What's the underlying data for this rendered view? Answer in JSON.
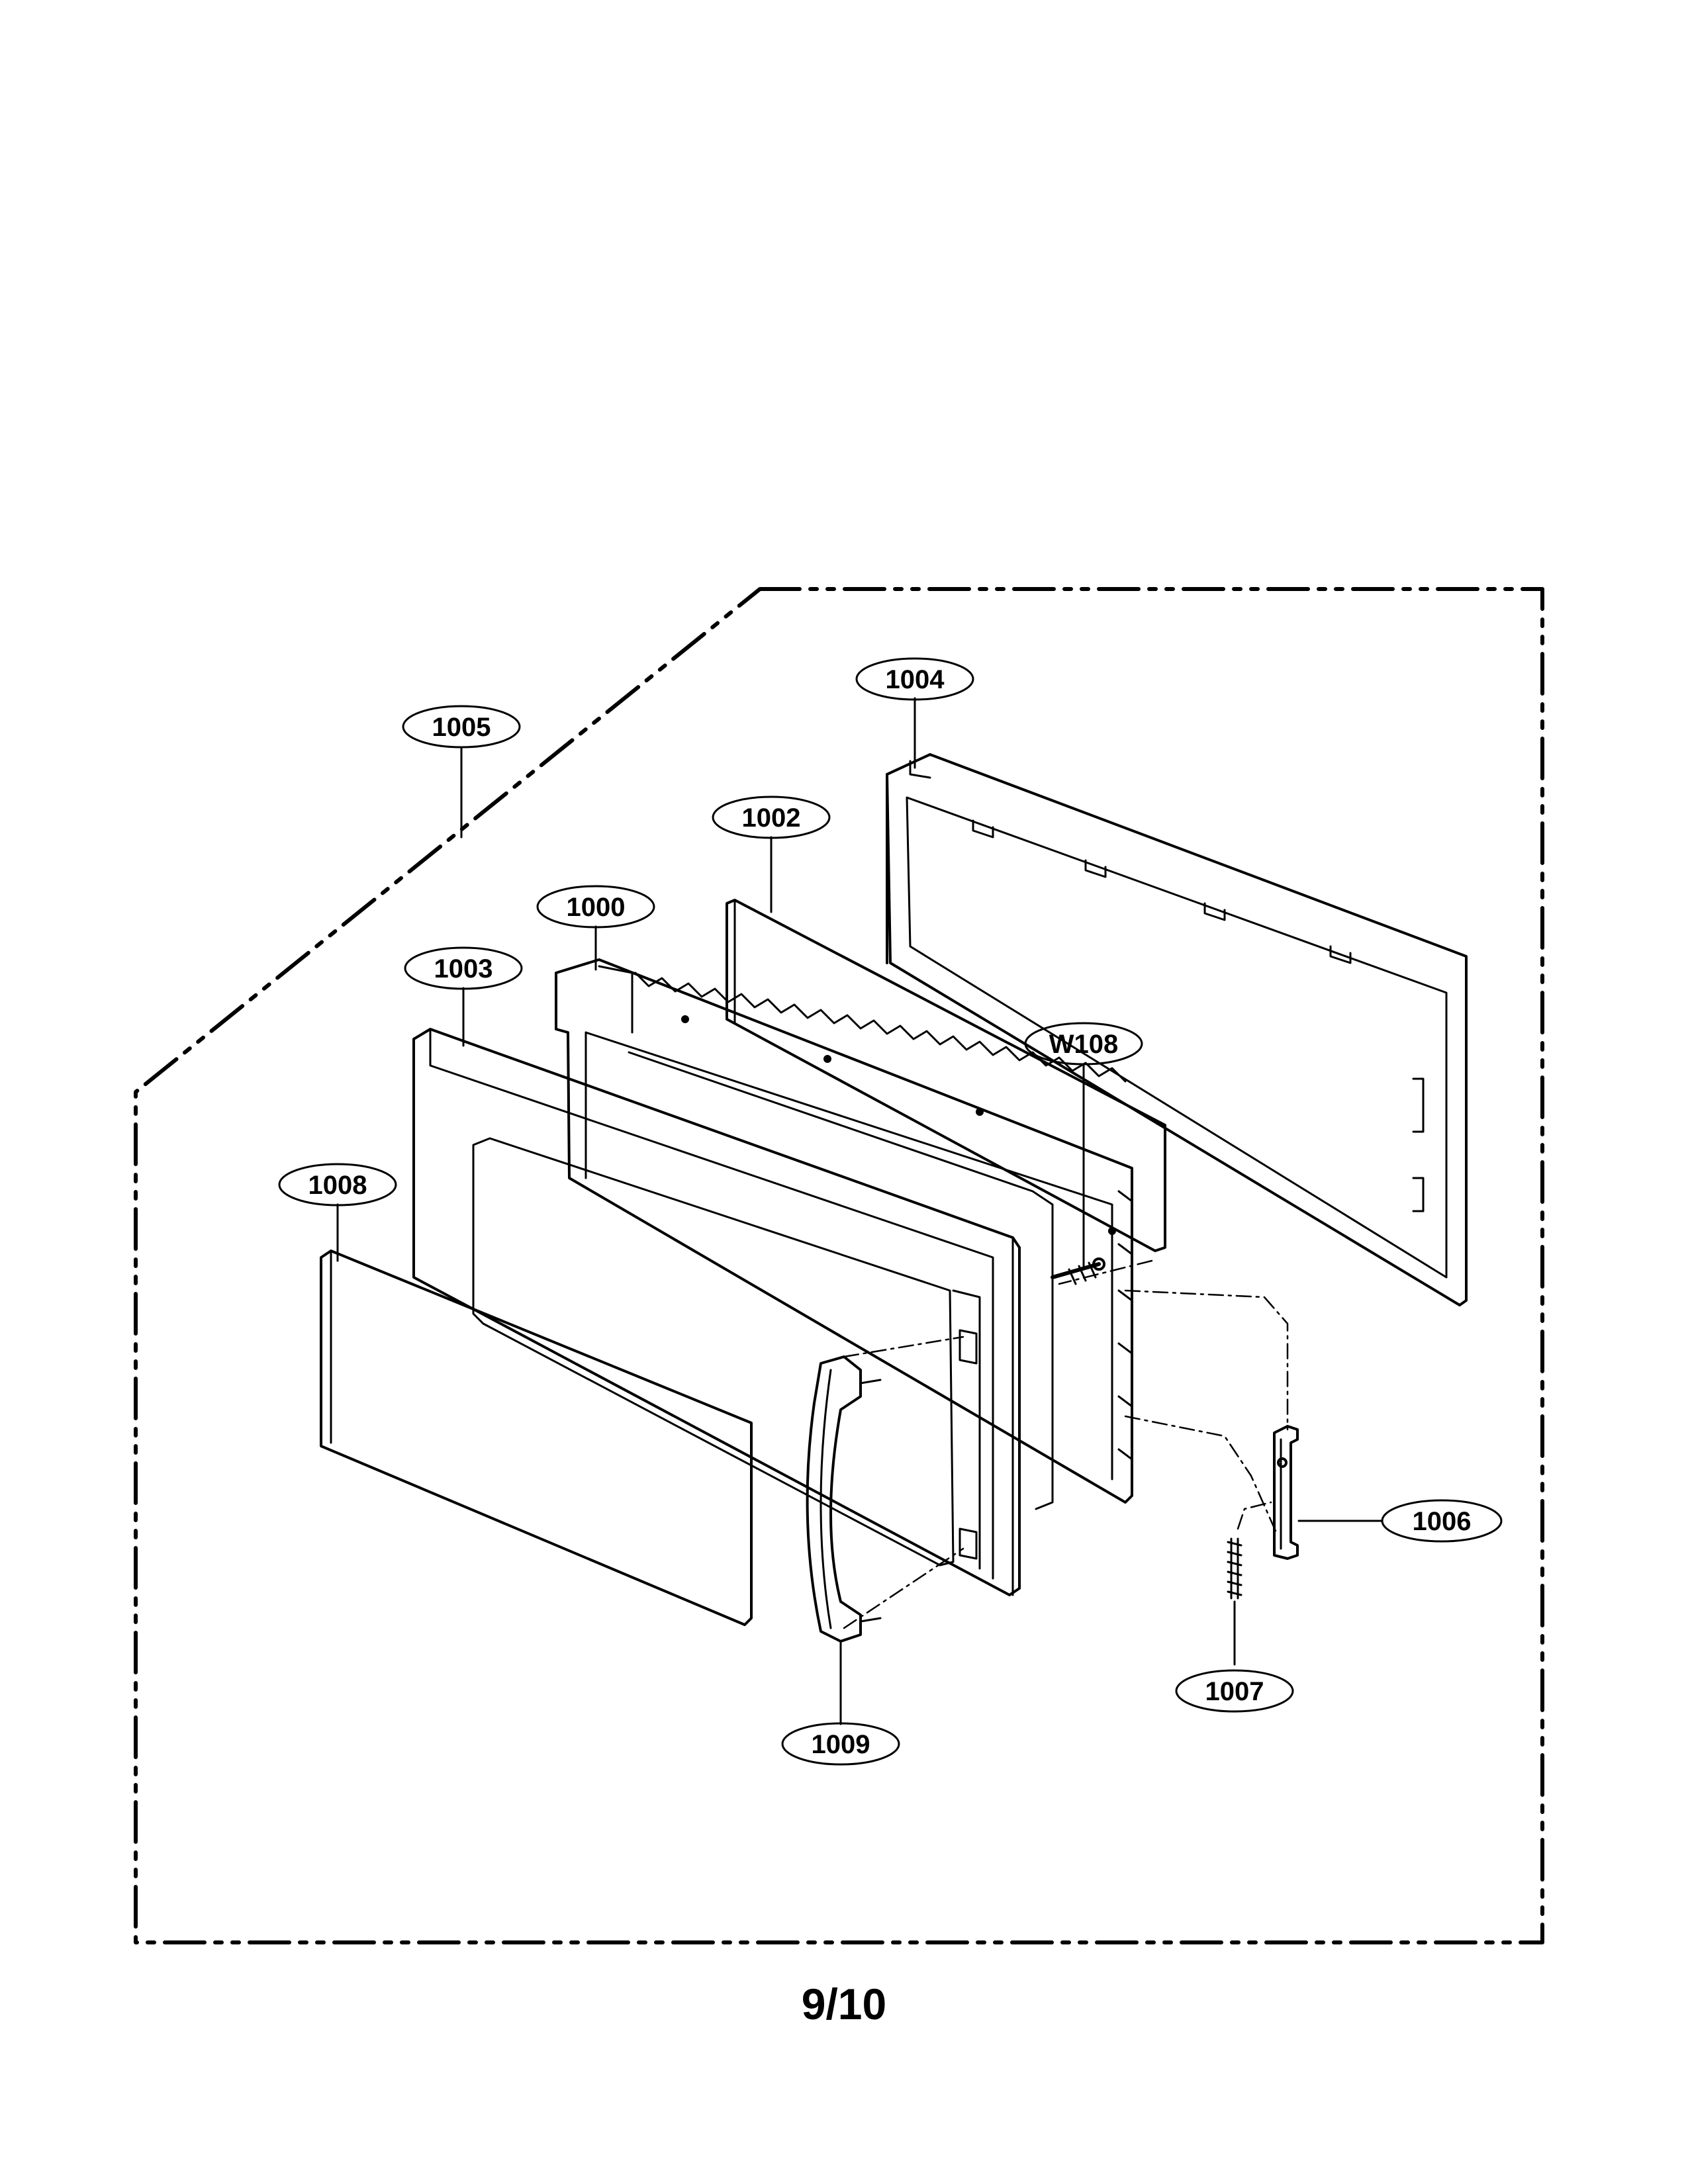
{
  "page_number": "9/10",
  "callouts": {
    "c1000": "1000",
    "c1002": "1002",
    "c1003": "1003",
    "c1004": "1004",
    "c1005": "1005",
    "c1006": "1006",
    "c1007": "1007",
    "c1008": "1008",
    "c1009": "1009",
    "w108": "W108"
  }
}
